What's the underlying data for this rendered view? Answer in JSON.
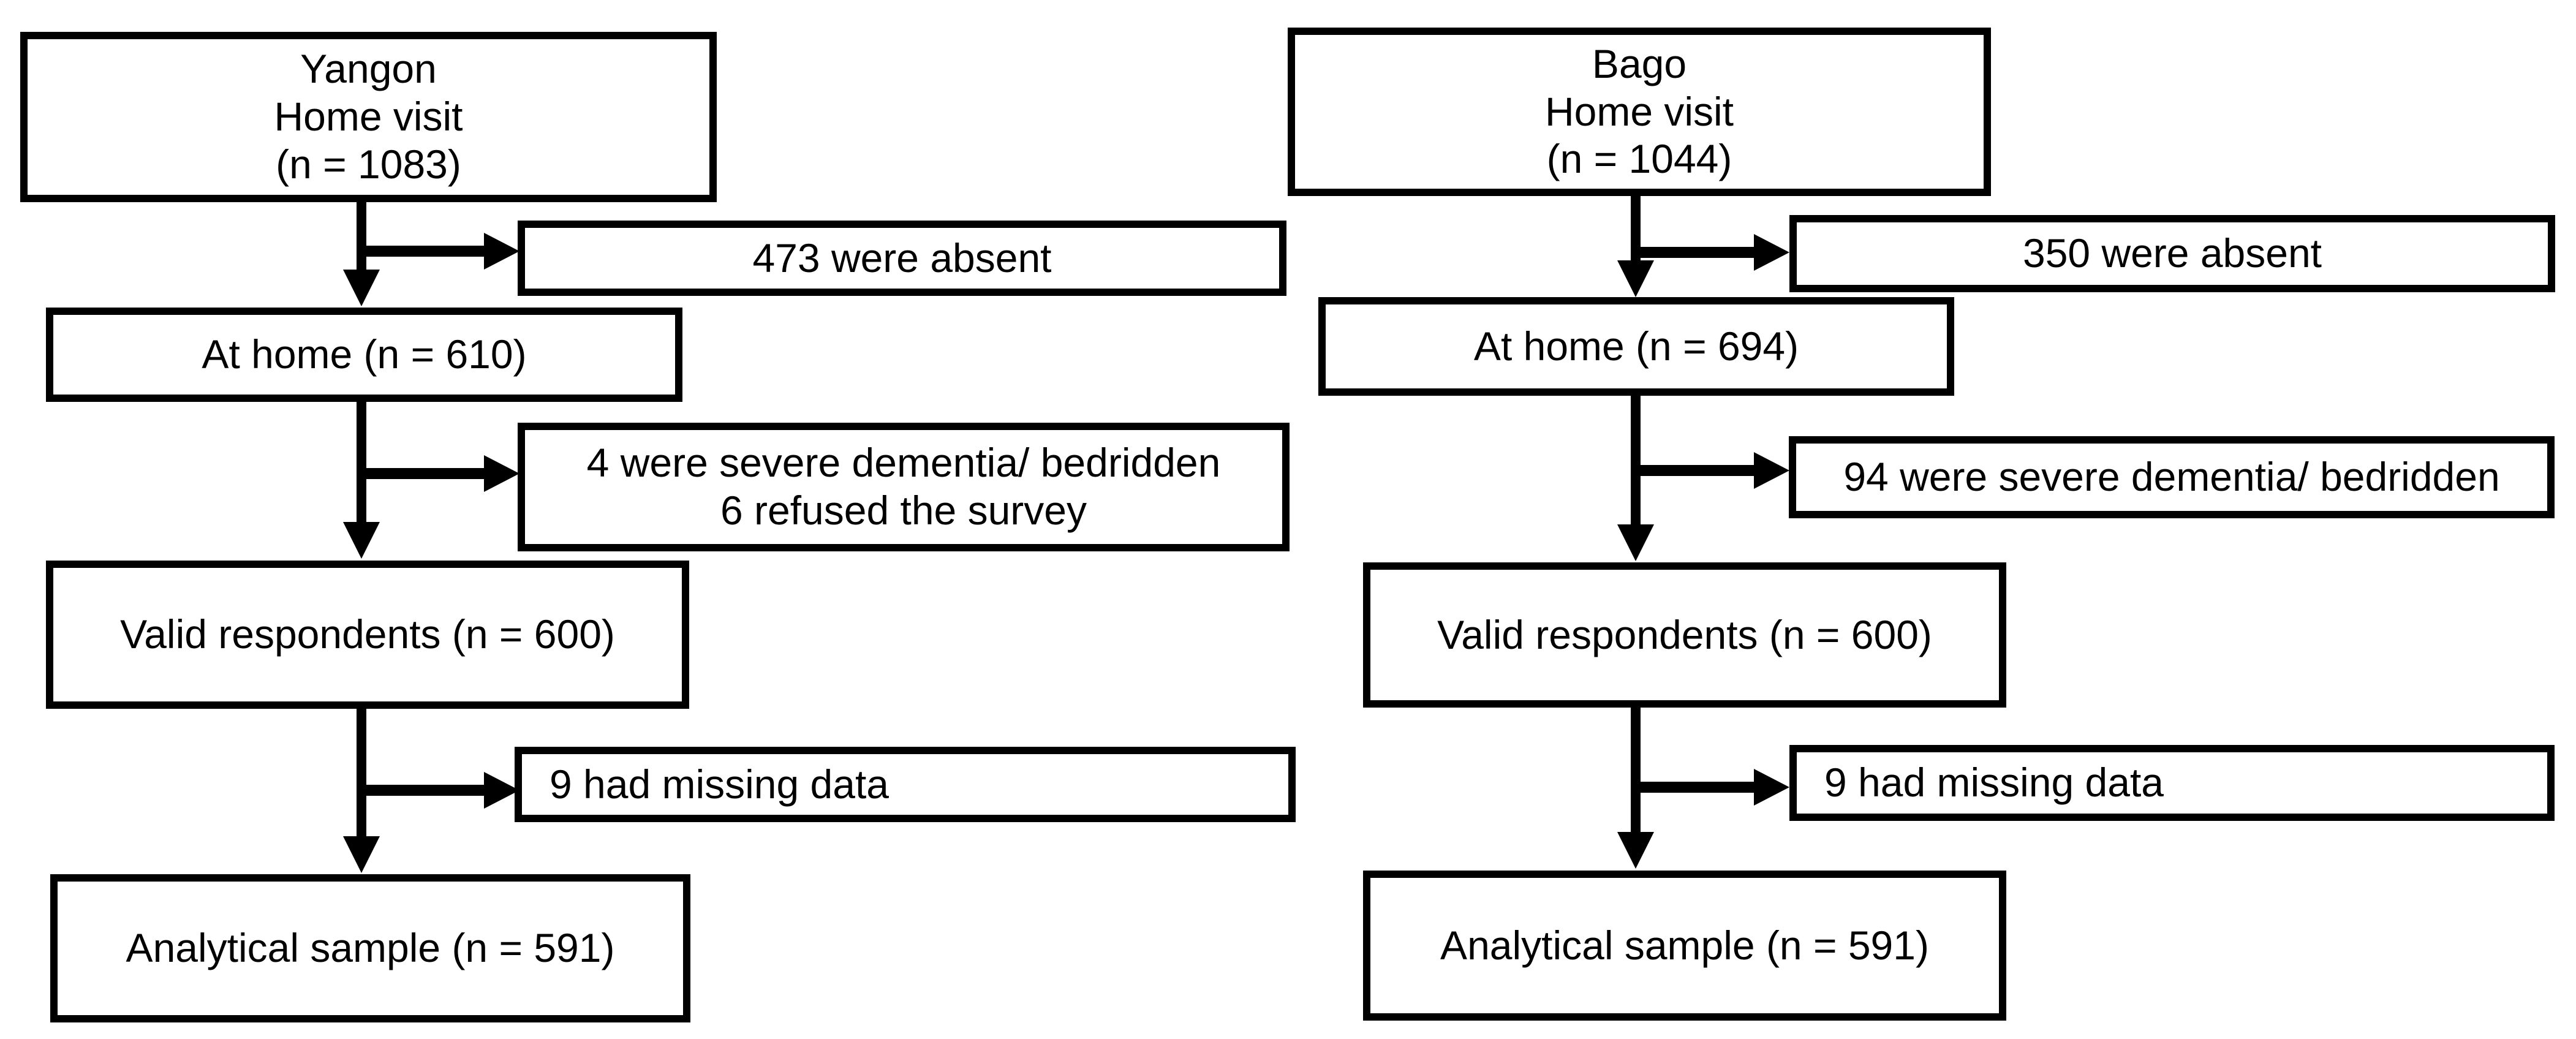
{
  "flowchart": {
    "yangon": {
      "start": "Yangon\nHome visit\n(n = 1083)",
      "absent": "473 were absent",
      "at_home": "At home (n = 610)",
      "excluded": "4 were severe dementia/ bedridden\n6 refused the survey",
      "valid": "Valid respondents (n = 600)",
      "missing": "9 had missing data",
      "analytical": "Analytical sample (n = 591)"
    },
    "bago": {
      "start": "Bago\nHome visit\n(n = 1044)",
      "absent": "350 were absent",
      "at_home": "At home (n = 694)",
      "excluded": "94 were severe dementia/ bedridden",
      "valid": "Valid respondents (n = 600)",
      "missing": "9 had missing data",
      "analytical": "Analytical sample (n = 591)"
    },
    "colors": {
      "line": "#000000",
      "background": "#ffffff",
      "text": "#000000"
    }
  }
}
